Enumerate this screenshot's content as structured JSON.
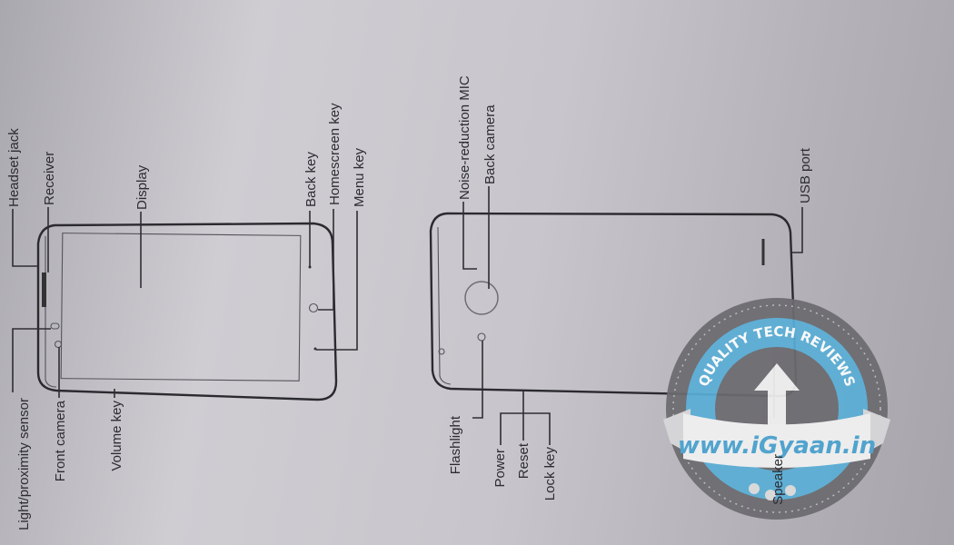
{
  "front_view": {
    "labels": {
      "headset_jack": "Headset jack",
      "receiver": "Receiver",
      "display": "Display",
      "back_key": "Back key",
      "homescreen_key": "Homescreen key",
      "menu_key": "Menu key",
      "light_sensor": "Light/proximity sensor",
      "front_camera": "Front camera",
      "volume_key": "Volume key"
    }
  },
  "back_view": {
    "labels": {
      "mic": "Noise-reduction MIC",
      "back_camera": "Back camera",
      "usb_port": "USB port",
      "flashlight": "Flashlight",
      "power": "Power",
      "reset": "Reset",
      "lock_key": "Lock key",
      "speaker": "Speaker"
    }
  },
  "watermark": {
    "arc_text": "QUALITY TECH REVIEWS",
    "url": "www.iGyaan.in",
    "colors": {
      "ring": "#5aaed6",
      "dark": "#6c6b70",
      "ribbon": "#f2f2f2",
      "text": "#4aa3d0"
    }
  }
}
